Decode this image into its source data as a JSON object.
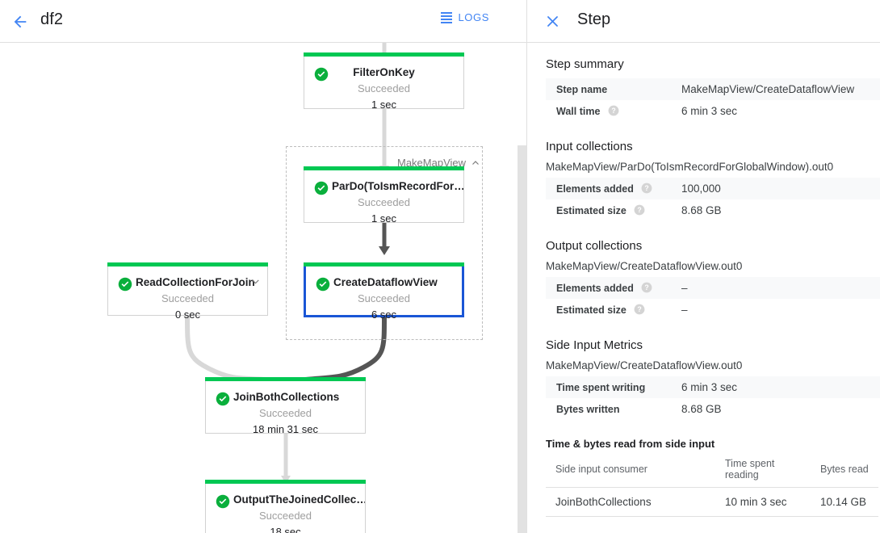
{
  "header": {
    "back_icon": "arrow-left-icon",
    "job_title": "df2",
    "logs_label": "LOGS",
    "logs_icon": "list-icon"
  },
  "panel": {
    "close_icon": "close-icon",
    "title": "Step"
  },
  "colors": {
    "accent_blue": "#4285f4",
    "selected_border": "#1a56d6",
    "success_green": "#00c853",
    "edge_light": "#d8d8d8",
    "edge_dark": "#555555"
  },
  "graph": {
    "group": {
      "label": "MakeMapView",
      "collapse_icon": "chevron-up-icon"
    },
    "nodes": [
      {
        "id": "filter-on-key",
        "title": "FilterOnKey",
        "status": "Succeeded",
        "time": "1 sec",
        "status_icon": "check-circle-icon",
        "selected": false,
        "chevron": null
      },
      {
        "id": "pardo-toismrecordfor",
        "title": "ParDo(ToIsmRecordFor…",
        "status": "Succeeded",
        "time": "1 sec",
        "status_icon": "check-circle-icon",
        "selected": false,
        "chevron": null
      },
      {
        "id": "read-collection-for-join",
        "title": "ReadCollectionForJoin",
        "status": "Succeeded",
        "time": "0 sec",
        "status_icon": "check-circle-icon",
        "selected": false,
        "chevron": "chevron-down-icon"
      },
      {
        "id": "create-dataflow-view",
        "title": "CreateDataflowView",
        "status": "Succeeded",
        "time": "6 sec",
        "status_icon": "check-circle-icon",
        "selected": true,
        "chevron": null
      },
      {
        "id": "join-both-collections",
        "title": "JoinBothCollections",
        "status": "Succeeded",
        "time": "18 min 31 sec",
        "status_icon": "check-circle-icon",
        "selected": false,
        "chevron": null
      },
      {
        "id": "output-the-joined-collec",
        "title": "OutputTheJoinedCollec…",
        "status": "Succeeded",
        "time": "18 sec",
        "status_icon": "check-circle-icon",
        "selected": false,
        "chevron": null
      }
    ]
  },
  "details": {
    "step_summary": {
      "heading": "Step summary",
      "rows": [
        {
          "key": "Step name",
          "value": "MakeMapView/CreateDataflowView",
          "help": false
        },
        {
          "key": "Wall time",
          "value": "6 min 3 sec",
          "help": true
        }
      ]
    },
    "input_collections": {
      "heading": "Input collections",
      "collection": "MakeMapView/ParDo(ToIsmRecordForGlobalWindow).out0",
      "rows": [
        {
          "key": "Elements added",
          "value": "100,000",
          "help": true
        },
        {
          "key": "Estimated size",
          "value": "8.68 GB",
          "help": true
        }
      ]
    },
    "output_collections": {
      "heading": "Output collections",
      "collection": "MakeMapView/CreateDataflowView.out0",
      "rows": [
        {
          "key": "Elements added",
          "value": "–",
          "help": true
        },
        {
          "key": "Estimated size",
          "value": "–",
          "help": true
        }
      ]
    },
    "side_input_metrics": {
      "heading": "Side Input Metrics",
      "collection": "MakeMapView/CreateDataflowView.out0",
      "rows": [
        {
          "key": "Time spent writing",
          "value": "6 min 3 sec",
          "help": false
        },
        {
          "key": "Bytes written",
          "value": "8.68 GB",
          "help": false
        }
      ]
    },
    "side_input_reads": {
      "heading": "Time & bytes read from side input",
      "columns": [
        "Side input consumer",
        "Time spent reading",
        "Bytes read"
      ],
      "rows": [
        {
          "consumer": "JoinBothCollections",
          "time": "10 min 3 sec",
          "bytes": "10.14 GB"
        }
      ]
    }
  }
}
